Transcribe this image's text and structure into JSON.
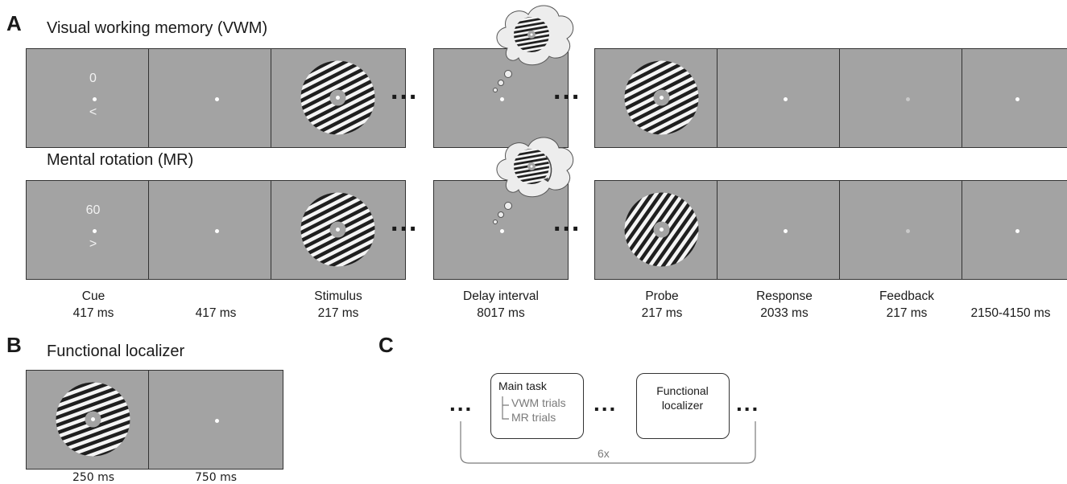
{
  "panelA": {
    "letter": "A",
    "row1_title": "Visual working memory (VWM)",
    "row2_title": "Mental rotation (MR)",
    "row1_cue": {
      "number": "0",
      "arrow": "<"
    },
    "row2_cue": {
      "number": "60",
      "arrow": ">"
    },
    "ellipsis": "...",
    "labels": [
      {
        "name": "Cue",
        "time": "417 ms"
      },
      {
        "name": "",
        "time": "417 ms"
      },
      {
        "name": "Stimulus",
        "time": "217 ms"
      },
      {
        "name": "Delay interval",
        "time": "8017 ms"
      },
      {
        "name": "Probe",
        "time": "217 ms"
      },
      {
        "name": "Response",
        "time": "2033 ms"
      },
      {
        "name": "Feedback",
        "time": "217 ms"
      },
      {
        "name": "",
        "time": "2150-4150 ms"
      }
    ]
  },
  "panelB": {
    "letter": "B",
    "title": "Functional localizer",
    "times": [
      "250 ms",
      "750 ms"
    ]
  },
  "panelC": {
    "letter": "C",
    "main_task": "Main task",
    "vwm_trials": "VWM trials",
    "mr_trials": "MR trials",
    "localizer_line1": "Functional",
    "localizer_line2": "localizer",
    "repeat": "6x",
    "ellipsis": "..."
  },
  "colors": {
    "screen_gray": "#a3a3a3",
    "frame_border": "#333333",
    "fixation": "#ffffff",
    "feedback_fixation": "#c9c9c9"
  }
}
